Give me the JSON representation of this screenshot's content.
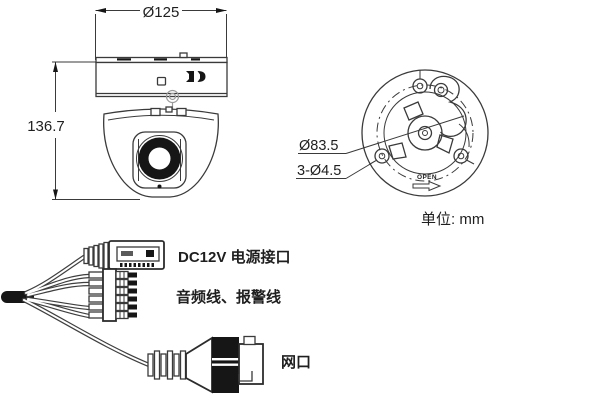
{
  "colors": {
    "line": "#3a3a3a",
    "background": "#ffffff",
    "text": "#1f1f1f"
  },
  "side_view": {
    "diameter_label": "Ø125",
    "height_label": "136.7"
  },
  "base_view": {
    "bolt_circle_label": "Ø83.5",
    "mount_holes_label": "3-Ø4.5",
    "open_label": "OPEN",
    "unit_label": "单位: mm"
  },
  "cable_diagram": {
    "power_label": "DC12V 电源接口",
    "audio_alarm_label": "音频线、报警线",
    "network_label": "网口"
  }
}
